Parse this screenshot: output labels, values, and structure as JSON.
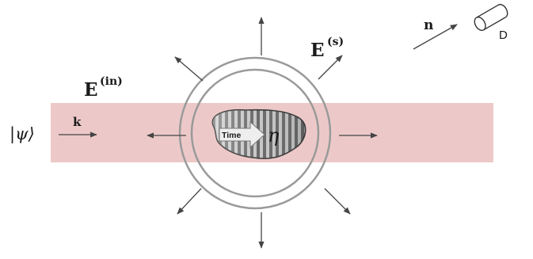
{
  "labels": {
    "psi": "|ψ⟩",
    "k": "k",
    "e_in_base": "E",
    "e_in_sup": "(in)",
    "e_s_base": "E",
    "e_s_sup": "(s)",
    "n": "n",
    "detector": "D",
    "time": "Time",
    "eta": "η"
  },
  "colors": {
    "beam": "#ecc9c8",
    "circles": "#9a9a9a",
    "arrows": "#444444",
    "blob_dark": "#5a5a5a",
    "blob_light": "#c8c8c8",
    "time_arrow": "#eeeeee"
  },
  "icons": {
    "detector": "detector-cylinder-icon"
  }
}
